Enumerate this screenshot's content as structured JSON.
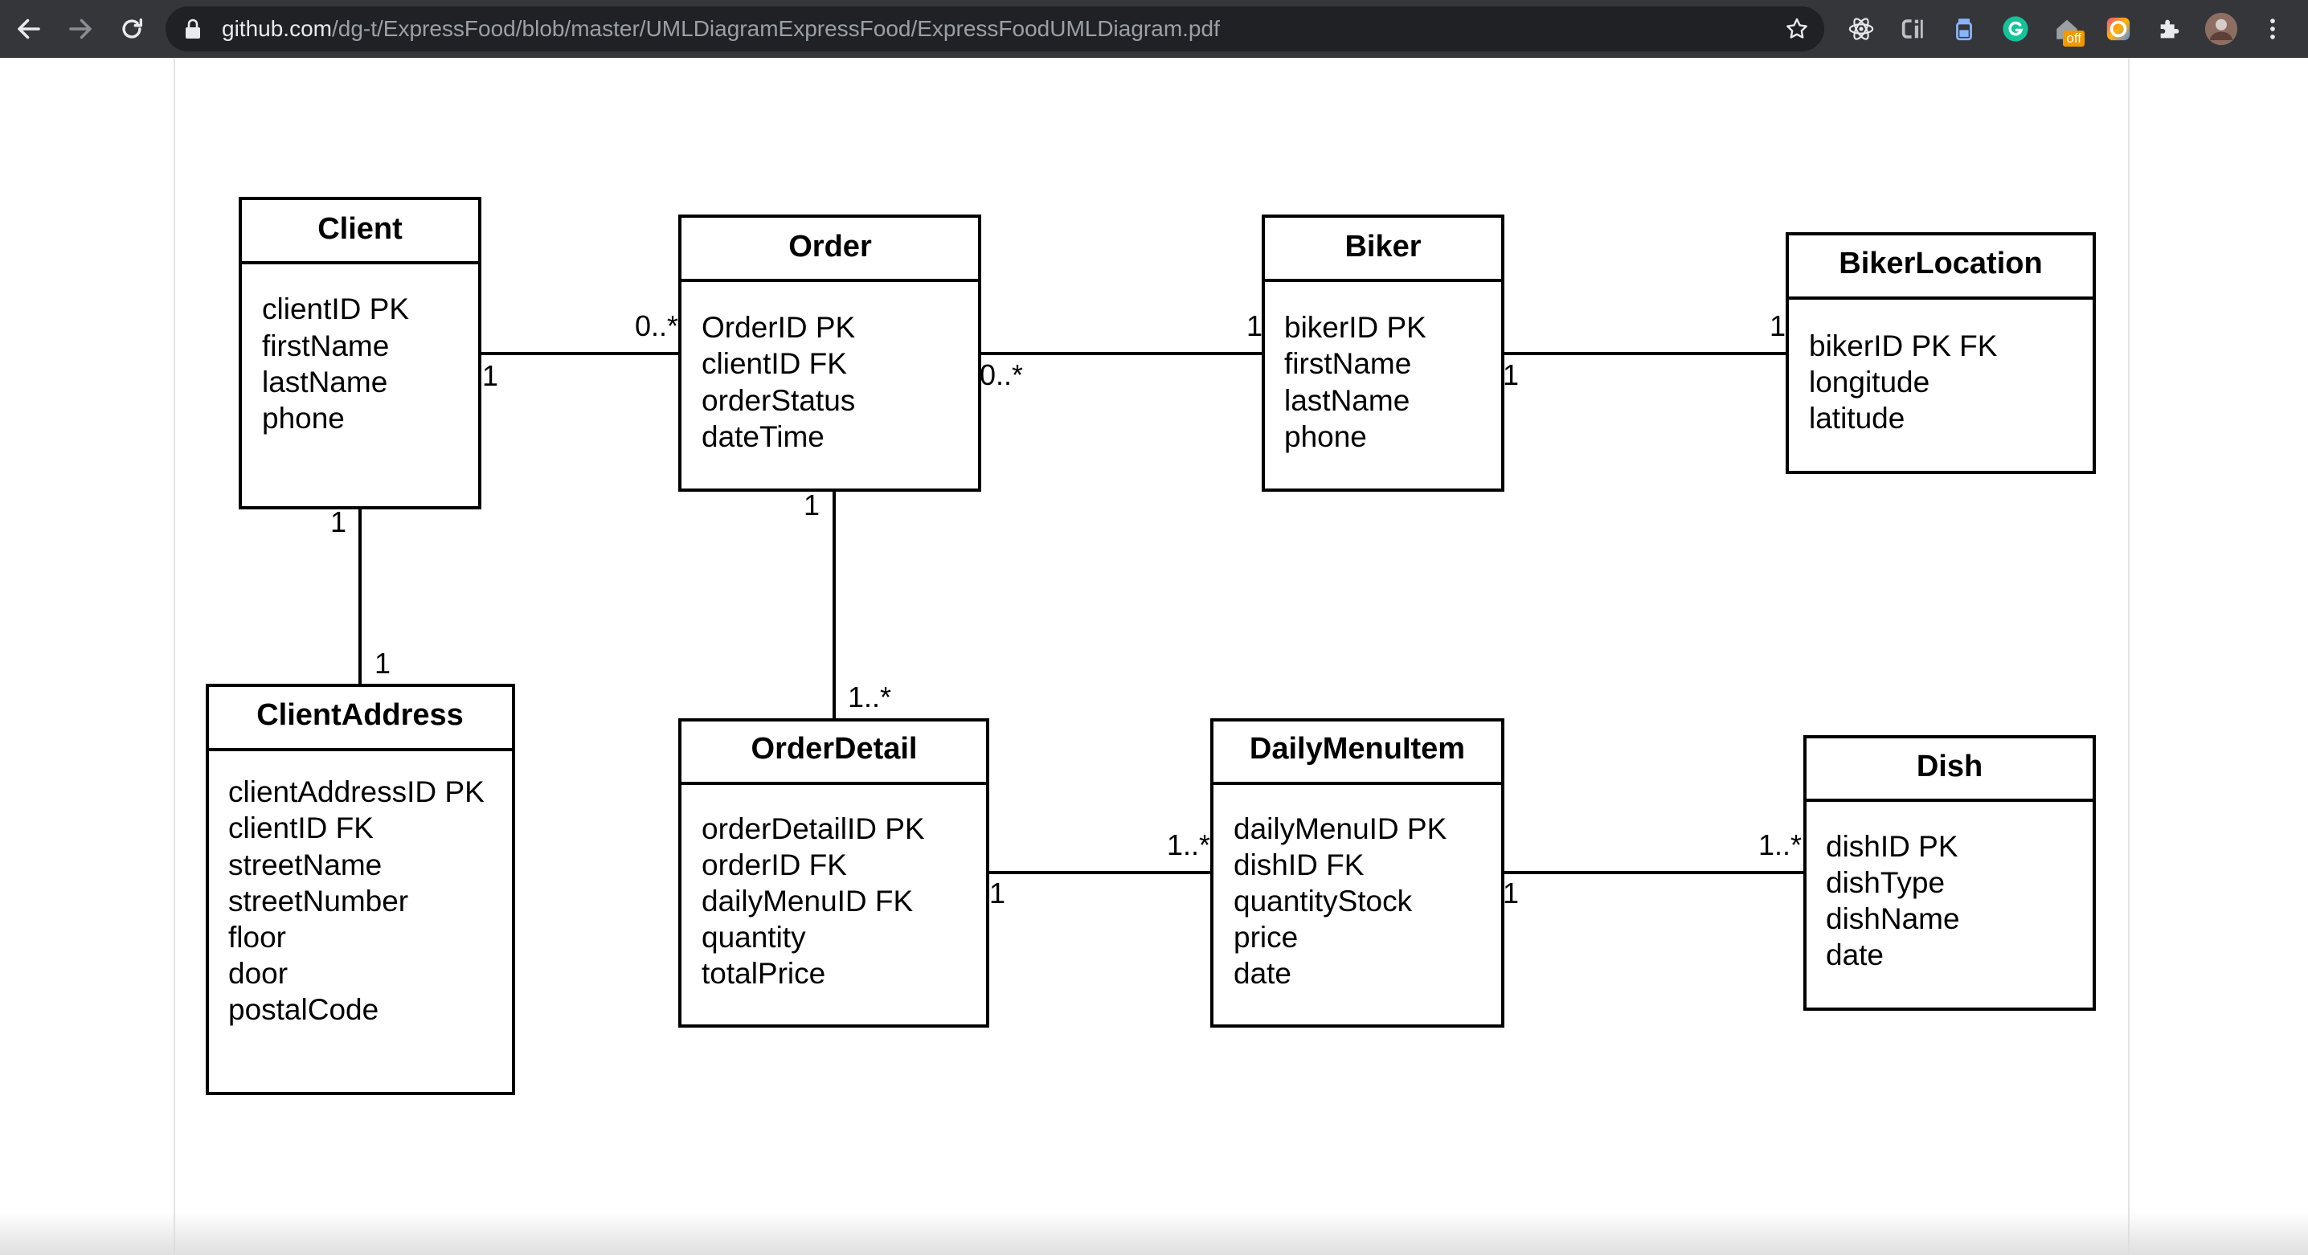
{
  "browser": {
    "url_host": "github.com",
    "url_path": "/dg-t/ExpressFood/blob/master/UMLDiagramExpressFood/ExpressFoodUMLDiagram.pdf",
    "badge_text": "off",
    "toolbar_color": "#35363a",
    "urlbox_color": "#202124"
  },
  "icons": {
    "back": "arrow-left-icon",
    "forward": "arrow-right-icon",
    "reload": "reload-icon",
    "lock": "lock-icon",
    "star": "star-icon",
    "extensions": [
      "react-icon",
      "ci-icon",
      "bottle-icon",
      "grammarly-icon",
      "home-icon",
      "ring-icon",
      "puzzle-icon"
    ],
    "profile": "avatar",
    "menu": "kebab-menu-icon"
  },
  "diagram": {
    "classes": {
      "client": {
        "name": "Client",
        "attributes": [
          "clientID PK",
          "firstName",
          "lastName",
          "phone"
        ]
      },
      "order": {
        "name": "Order",
        "attributes": [
          "OrderID PK",
          "clientID FK",
          "orderStatus",
          "dateTime"
        ]
      },
      "biker": {
        "name": "Biker",
        "attributes": [
          "bikerID PK",
          "firstName",
          "lastName",
          "phone"
        ]
      },
      "bikerlocation": {
        "name": "BikerLocation",
        "attributes": [
          "bikerID PK FK",
          "longitude",
          "latitude"
        ]
      },
      "clientaddress": {
        "name": "ClientAddress",
        "attributes": [
          "clientAddressID PK",
          "clientID FK",
          "streetName",
          "streetNumber",
          "floor",
          "door",
          "postalCode"
        ]
      },
      "orderdetail": {
        "name": "OrderDetail",
        "attributes": [
          "orderDetailID PK",
          "orderID FK",
          "dailyMenuID FK",
          "quantity",
          "totalPrice"
        ]
      },
      "dailymenuitem": {
        "name": "DailyMenuItem",
        "attributes": [
          "dailyMenuID PK",
          "dishID FK",
          "quantityStock",
          "price",
          "date"
        ]
      },
      "dish": {
        "name": "Dish",
        "attributes": [
          "dishID PK",
          "dishType",
          "dishName",
          "date"
        ]
      }
    },
    "associations": {
      "client_order": {
        "from": "Client",
        "to": "Order",
        "from_mult": "1",
        "to_mult": "0..*"
      },
      "order_biker": {
        "from": "Order",
        "to": "Biker",
        "from_mult": "0..*",
        "to_mult": "1"
      },
      "biker_bikerlocation": {
        "from": "Biker",
        "to": "BikerLocation",
        "from_mult": "1",
        "to_mult": "1"
      },
      "client_clientaddress": {
        "from": "Client",
        "to": "ClientAddress",
        "from_mult": "1",
        "to_mult": "1"
      },
      "order_orderdetail": {
        "from": "Order",
        "to": "OrderDetail",
        "from_mult": "1",
        "to_mult": "1..*"
      },
      "orderdetail_dailymenuitem": {
        "from": "OrderDetail",
        "to": "DailyMenuItem",
        "from_mult": "1",
        "to_mult": "1..*"
      },
      "dailymenuitem_dish": {
        "from": "DailyMenuItem",
        "to": "Dish",
        "from_mult": "1",
        "to_mult": "1..*"
      }
    }
  }
}
